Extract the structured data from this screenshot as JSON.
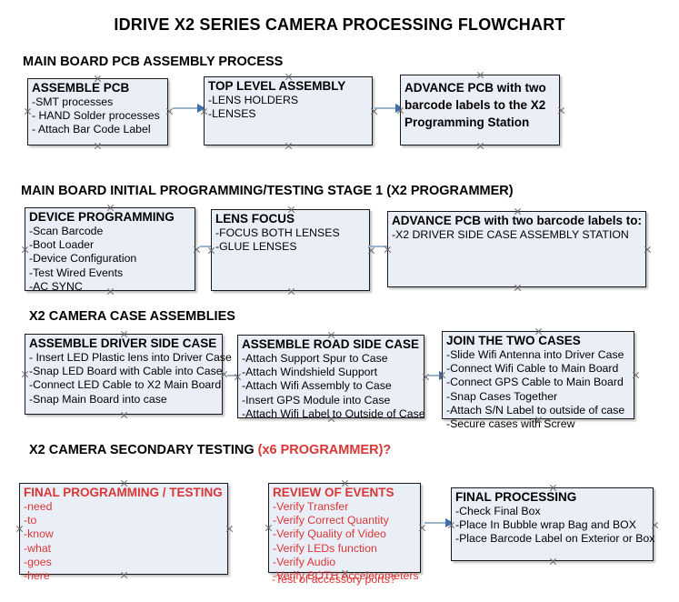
{
  "document": {
    "title": "IDRIVE X2  SERIES CAMERA PROCESSING FLOWCHART"
  },
  "theme": {
    "box_fill": "#eaeff7",
    "box_border": "#1a1a1a",
    "accent_red": "#d93636",
    "connector_line": "#9bb3cb",
    "connector_arrow": "#3c6fb0",
    "text": "#000000"
  },
  "sections": [
    {
      "header": "MAIN BOARD PCB ASSEMBLY PROCESS",
      "header_accent": "",
      "boxes": [
        {
          "title": "ASSEMBLE PCB",
          "lines": [
            "-SMT processes",
            "- HAND Solder processes",
            "- Attach Bar Code Label"
          ],
          "color": "black"
        },
        {
          "title": "TOP LEVEL ASSEMBLY",
          "lines": [
            "-LENS HOLDERS",
            "-LENSES"
          ],
          "color": "black"
        },
        {
          "title": "ADVANCE PCB with two barcode labels to the  X2 Programming Station",
          "lines": [],
          "color": "black"
        }
      ]
    },
    {
      "header": "MAIN BOARD INITIAL PROGRAMMING/TESTING STAGE 1 (X2 PROGRAMMER)",
      "header_accent": "",
      "boxes": [
        {
          "title": "DEVICE PROGRAMMING",
          "lines": [
            "-Scan Barcode",
            "-Boot Loader",
            "-Device Configuration",
            "-Test Wired Events",
            "-AC SYNC"
          ],
          "color": "black"
        },
        {
          "title": "LENS FOCUS",
          "lines": [
            "-FOCUS BOTH LENSES",
            "-GLUE LENSES"
          ],
          "color": "black"
        },
        {
          "title": "ADVANCE PCB with two barcode labels to:",
          "lines": [
            "-X2 DRIVER  SIDE  CASE  ASSEMBLY STATION"
          ],
          "color": "black"
        }
      ]
    },
    {
      "header": "X2 CAMERA CASE ASSEMBLIES",
      "header_accent": "",
      "boxes": [
        {
          "title": "ASSEMBLE DRIVER SIDE CASE",
          "lines": [
            "- Insert LED Plastic lens into Driver Case",
            "-Snap LED Board with Cable into Case",
            "-Connect LED Cable to X2 Main Board",
            "-Snap Main Board into case"
          ],
          "color": "black"
        },
        {
          "title": "ASSEMBLE ROAD SIDE CASE",
          "lines": [
            "-Attach Support Spur to Case",
            "-Attach Windshield Support",
            "-Attach Wifi Assembly to Case",
            "-Insert GPS Module into Case",
            "-Attach Wifi Label to Outside of Case"
          ],
          "color": "black"
        },
        {
          "title": "JOIN THE TWO CASES",
          "lines": [
            "-Slide Wifi Antenna into Driver Case",
            "-Connect Wifi Cable to Main Board",
            "-Connect GPS Cable to Main Board",
            "-Snap Cases Together",
            "-Attach S/N Label to outside of case",
            "-Secure cases with Screw"
          ],
          "color": "black"
        }
      ]
    },
    {
      "header": "X2 CAMERA SECONDARY TESTING ",
      "header_accent": "(x6 PROGRAMMER)?",
      "boxes": [
        {
          "title": "FINAL PROGRAMMING / TESTING",
          "lines": [
            "-need",
            "-to",
            "-know",
            "-what",
            "-goes",
            "-here"
          ],
          "color": "red"
        },
        {
          "title": "REVIEW OF EVENTS",
          "lines": [
            "-Verify Transfer",
            "-Verify Correct Quantity",
            "-Verify Quality of Video",
            "-Verify LEDs function",
            "-Verify Audio",
            "-Verify BOTH Accelerometers"
          ],
          "overflow_line": "-Test of accessory ports?",
          "color": "red"
        },
        {
          "title": "FINAL PROCESSING",
          "lines": [
            " -Check Final Box",
            "-Place In Bubble wrap Bag and BOX",
            "-Place Barcode Label on Exterior or Box"
          ],
          "color": "black"
        }
      ]
    }
  ]
}
